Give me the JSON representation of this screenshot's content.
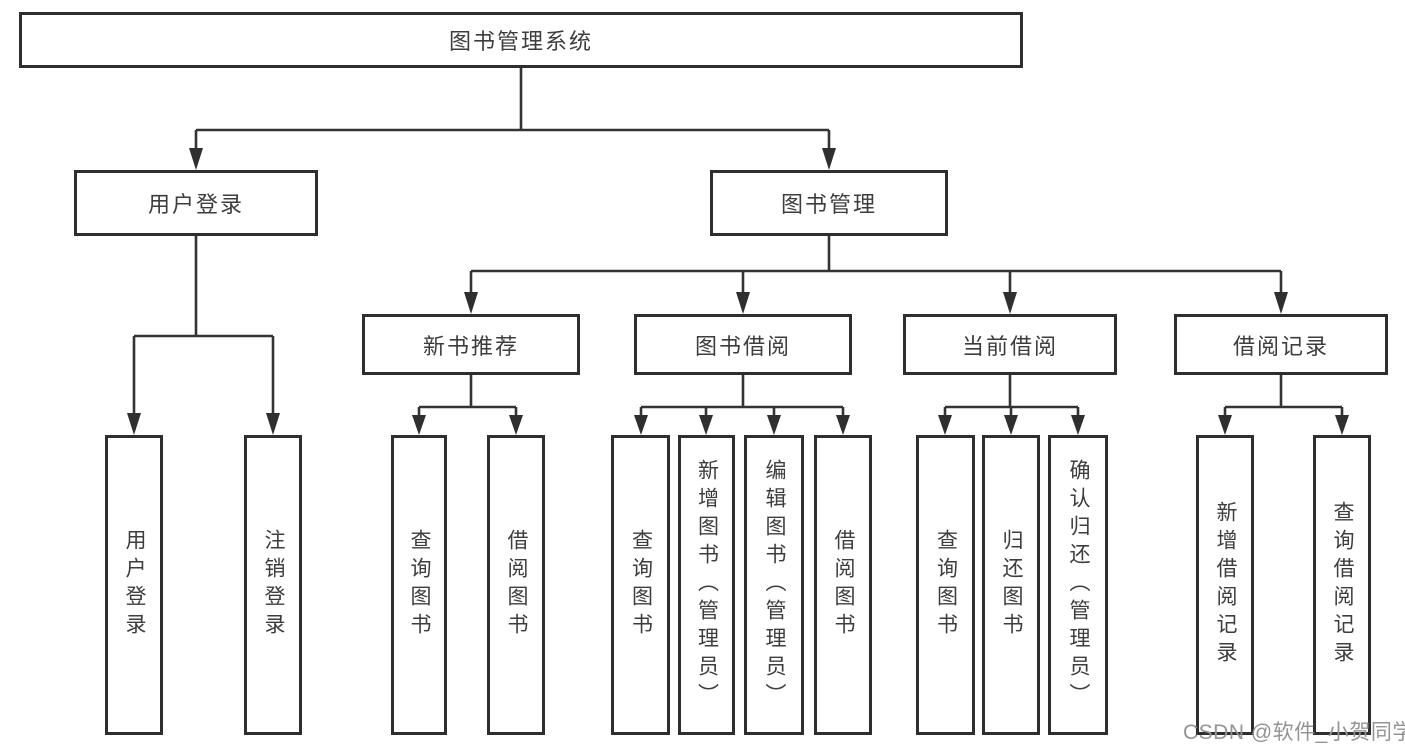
{
  "diagram": {
    "type": "hierarchy-tree",
    "colors": {
      "background": "#ffffff",
      "box_border": "#2e2e2e",
      "connector_line": "#333333",
      "text": "#3d3d3d",
      "watermark_text": "#949494"
    },
    "tree": {
      "label": "图书管理系统",
      "children": [
        {
          "label": "用户登录",
          "children": [
            {
              "label": "用户登录"
            },
            {
              "label": "注销登录"
            }
          ]
        },
        {
          "label": "图书管理",
          "children": [
            {
              "label": "新书推荐",
              "children": [
                {
                  "label": "查询图书"
                },
                {
                  "label": "借阅图书"
                }
              ]
            },
            {
              "label": "图书借阅",
              "children": [
                {
                  "label": "查询图书"
                },
                {
                  "label": "新增图书（管理员）"
                },
                {
                  "label": "编辑图书（管理员）"
                },
                {
                  "label": "借阅图书"
                }
              ]
            },
            {
              "label": "当前借阅",
              "children": [
                {
                  "label": "查询图书"
                },
                {
                  "label": "归还图书"
                },
                {
                  "label": "确认归还（管理员）"
                }
              ]
            },
            {
              "label": "借阅记录",
              "children": [
                {
                  "label": "新增借阅记录"
                },
                {
                  "label": "查询借阅记录"
                }
              ]
            }
          ]
        }
      ]
    },
    "watermark": "CSDN @软件_小贺同学"
  }
}
